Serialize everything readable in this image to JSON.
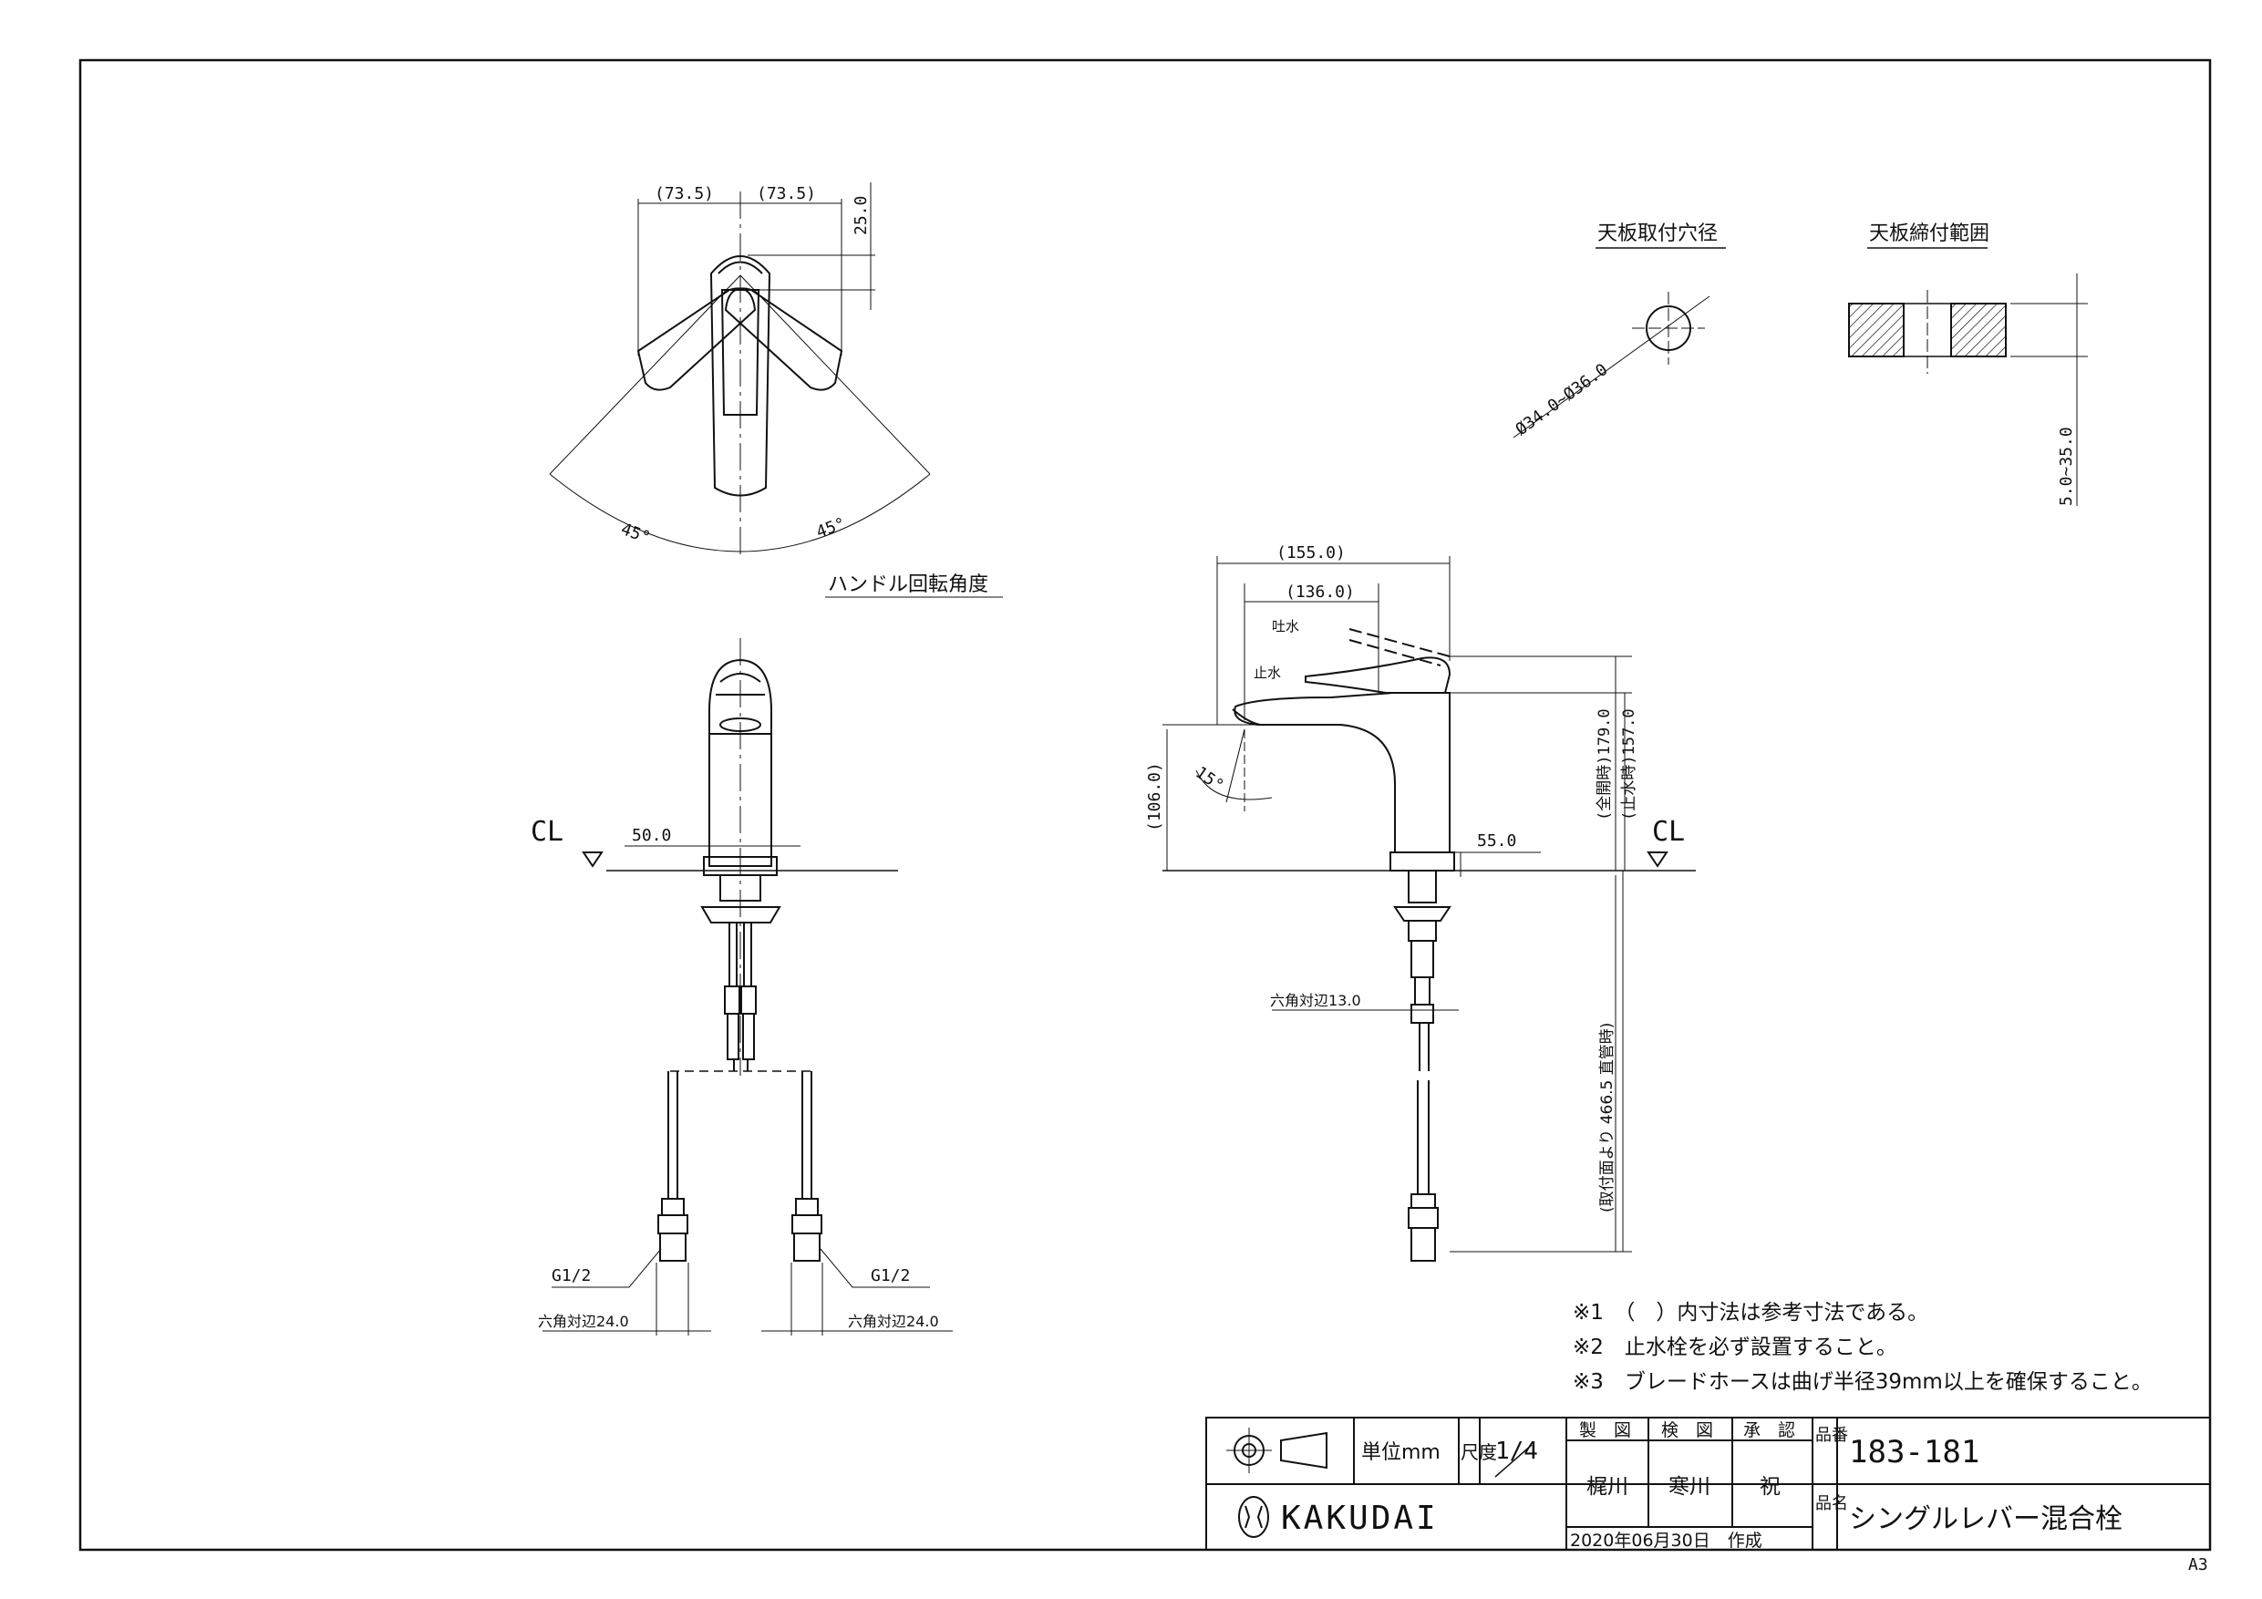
{
  "views": {
    "top": {
      "dim_left": "(73.5)",
      "dim_right": "(73.5)",
      "dim_height": "25.0",
      "angle_left": "45°",
      "angle_right": "45°",
      "caption": "ハンドル回転角度"
    },
    "front": {
      "cl_label": "CL",
      "dim_base": "50.0",
      "hose_thread_left": "G1/2",
      "hose_thread_right": "G1/2",
      "hex_left": "六角対辺24.0",
      "hex_right": "六角対辺24.0"
    },
    "side": {
      "dim_overall_depth": "(155.0)",
      "dim_spout_reach": "(136.0)",
      "label_open": "吐水",
      "label_close": "止水",
      "dim_spout_height": "(106.0)",
      "angle_spout": "15°",
      "dim_height_open": "(全開時)179.0",
      "dim_height_close": "(止水時)157.0",
      "dim_base": "55.0",
      "cl_label": "CL",
      "hex_nut": "六角対辺13.0",
      "dim_hose_length": "(取付面より 466.5 直管時)"
    },
    "mount_hole": {
      "title": "天板取付穴径",
      "dim": "Ø34.0~Ø36.0"
    },
    "deck": {
      "title": "天板締付範囲",
      "dim": "5.0~35.0"
    }
  },
  "notes": [
    "※1　（　）内寸法は参考寸法である。",
    "※2　止水栓を必ず設置すること。",
    "※3　ブレードホースは曲げ半径39mm以上を確保すること。"
  ],
  "title_block": {
    "unit_label": "単位mm",
    "scale_label": "尺度",
    "scale_value": "1/4",
    "drawn_label": "製　図",
    "checked_label": "検　図",
    "approved_label": "承　認",
    "drawn_by": "梶川",
    "checked_by": "寒川",
    "approved_by": "祝",
    "part_no_label": "品番",
    "part_no": "183-181",
    "part_name_label": "品名",
    "part_name": "シングルレバー混合栓",
    "date": "2020年06月30日　作成",
    "company": "KAKUDAI",
    "sheet_size": "A3"
  }
}
